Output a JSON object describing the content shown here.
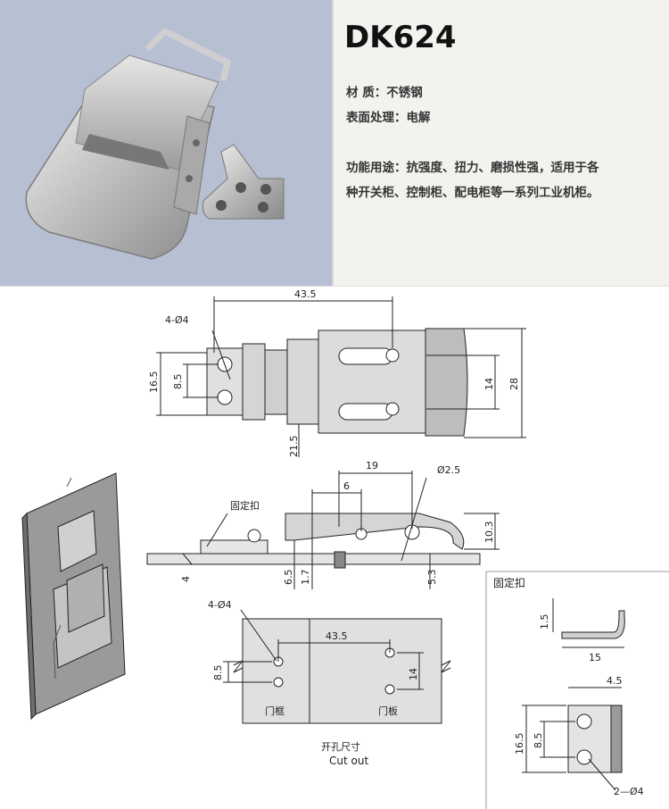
{
  "header": {
    "model": "DK624",
    "material": "材 质：不锈钢",
    "surface": "表面处理：电解",
    "usage_line1": "功能用途：抗强度、扭力、磨损性强，适用于各",
    "usage_line2": "种开关柜、控制柜、配电柜等一系列工业机柜。"
  },
  "dims": {
    "d43_5": "43.5",
    "hole4": "4-Ø4",
    "d16_5": "16.5",
    "d8_5": "8.5",
    "d14": "14",
    "d28": "28",
    "d21_5": "21.5",
    "d19": "19",
    "d6": "6",
    "dia2_5": "Ø2.5",
    "d10_3": "10.3",
    "d4": "4",
    "d6_5": "6.5",
    "d1_7": "1.7",
    "d5_3": "5.3",
    "cut_hole": "4-Ø4",
    "cut_43_5": "43.5",
    "cut_8_5": "8.5",
    "cut_14": "14",
    "d1_5": "1.5",
    "d15": "15",
    "d4_5": "4.5",
    "d16_5b": "16.5",
    "d8_5b": "8.5",
    "hole2": "2—Ø4"
  },
  "labels": {
    "fixed_buckle": "固定扣",
    "fixed_buckle_box": "固定扣",
    "door_frame": "门框",
    "door_panel": "门板",
    "cutout_cn": "开孔尺寸",
    "cutout_en": "Cut out"
  },
  "colors": {
    "photo_bg": "#b7bfd3",
    "panel_bg": "#f2f2ef",
    "part_fill": "#d8d8d8",
    "line": "#222222"
  }
}
